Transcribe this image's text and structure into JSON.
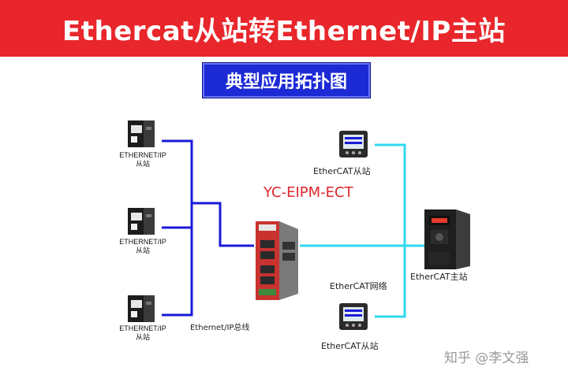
{
  "header": {
    "title": "Ethercat从站转Ethernet/IP主站",
    "subtitle": "典型应用拓扑图"
  },
  "gateway": {
    "model": "YC-EIPM-ECT"
  },
  "ethernet_ip_slaves": [
    {
      "label_line1": "ETHERNET/IP",
      "label_line2": "从站"
    },
    {
      "label_line1": "ETHERNET/IP",
      "label_line2": "从站"
    },
    {
      "label_line1": "ETHERNET/IP",
      "label_line2": "从站"
    }
  ],
  "labels": {
    "ethernet_ip_bus": "Ethernet/IP总线",
    "ethercat_slave_top": "EtherCAT从站",
    "ethercat_slave_bottom": "EtherCAT从站",
    "ethercat_network": "EtherCAT网络",
    "ethercat_master": "EtherCAT主站"
  },
  "watermark": "知乎 @李文强",
  "colors": {
    "banner": "#e8262b",
    "subtitle_box": "#1c2ad6",
    "ethernet_ip_link": "#1a1ad8",
    "ethercat_link": "#2fd8ee",
    "model_text": "#e0262b"
  }
}
